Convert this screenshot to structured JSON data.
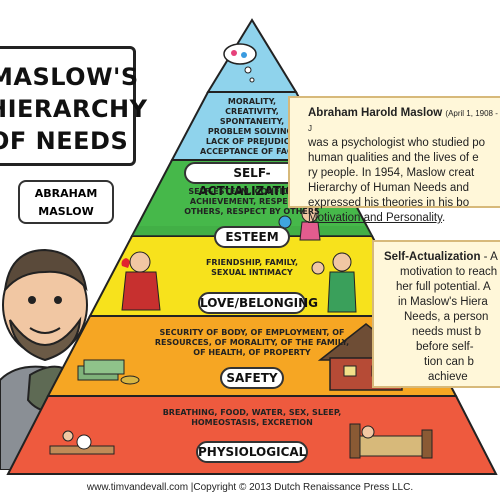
{
  "title": {
    "lines": [
      "MASLOW'S",
      "HIERARCHY",
      "OF NEEDS"
    ]
  },
  "person": {
    "name_label_lines": [
      "ABRAHAM",
      "MASLOW"
    ]
  },
  "pyramid": {
    "tiers": [
      {
        "label": "SELF-ACTUALIZATION",
        "items": [
          "MORALITY,",
          "CREATIVITY,",
          "SPONTANEITY,",
          "PROBLEM SOLVING,",
          "LACK OF PREJUDICE,",
          "ACCEPTANCE OF FACTS"
        ],
        "color": "#8fd3ec"
      },
      {
        "label": "ESTEEM",
        "items": [
          "SELF-ESTEEM, CONFIDENCE,",
          "ACHIEVEMENT, RESPECT OF",
          "OTHERS, RESPECT BY OTHERS"
        ],
        "color": "#46b84a"
      },
      {
        "label": "LOVE/BELONGING",
        "items": [
          "FRIENDSHIP, FAMILY,",
          "SEXUAL INTIMACY"
        ],
        "color": "#f7e21c"
      },
      {
        "label": "SAFETY",
        "items": [
          "SECURITY OF BODY, OF EMPLOYMENT, OF",
          "RESOURCES, OF MORALITY, OF THE FAMILY,",
          "OF HEALTH, OF PROPERTY"
        ],
        "color": "#f6a623"
      },
      {
        "label": "PHYSIOLOGICAL",
        "items": [
          "BREATHING, FOOD, WATER, SEX, SLEEP,",
          "HOMEOSTASIS, EXCRETION"
        ],
        "color": "#ee5a3e"
      }
    ]
  },
  "info_bio": {
    "name": "Abraham Harold Maslow",
    "dates": "(April 1, 1908 - J",
    "lines": [
      "was a psychologist who studied po",
      "human qualities and the lives of e",
      "ry people. In 1954, Maslow creat",
      "Hierarchy of Human Needs and",
      "expressed his theories in his bo"
    ],
    "book": "Motivation and Personality",
    "book_suffix": "."
  },
  "info_self": {
    "heading": "Self-Actualization",
    "heading_suffix": " - A",
    "lines": [
      "motivation to reach",
      "her full potential. A",
      "in Maslow's Hiera",
      "Needs, a person",
      "needs must b",
      "before self-",
      "tion can b",
      "achieve"
    ]
  },
  "footer": {
    "text": "www.timvandevall.com |Copyright © 2013 Dutch Renaissance Press LLC."
  },
  "colors": {
    "outline": "#222222",
    "info_bg": "#fff7d9",
    "info_border": "#d7b97a"
  }
}
